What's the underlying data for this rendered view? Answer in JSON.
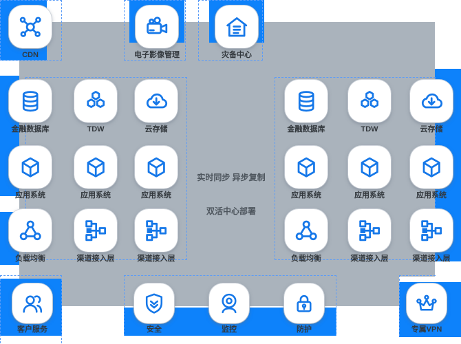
{
  "diagram": {
    "colors": {
      "accent_blue": "#0d82fb",
      "panel_gray": "#aab3bc",
      "icon_blue": "#1577e8",
      "label_dark": "#33383d",
      "center_text": "#4d555d",
      "dashed_border": "#5b9cf8"
    },
    "center_labels": {
      "sync": "实时同步 异步复制",
      "architecture": "双活中心部署"
    },
    "top_row": [
      {
        "icon": "network-icon",
        "label": "CDN"
      },
      {
        "icon": "video-camera-icon",
        "label": "电子影像管理"
      },
      {
        "icon": "home-icon",
        "label": "灾备中心"
      }
    ],
    "left_datacenter": {
      "rows": [
        [
          {
            "icon": "database-icon",
            "label": "金融数据库"
          },
          {
            "icon": "hexagons-icon",
            "label": "TDW"
          },
          {
            "icon": "cloud-download-icon",
            "label": "云存储"
          }
        ],
        [
          {
            "icon": "cube-icon",
            "label": "应用系统"
          },
          {
            "icon": "cube-icon",
            "label": "应用系统"
          },
          {
            "icon": "cube-icon",
            "label": "应用系统"
          }
        ],
        [
          {
            "icon": "load-balancer-icon",
            "label": "负载均衡"
          },
          {
            "icon": "tree-icon",
            "label": "渠道接入层"
          },
          {
            "icon": "tree-icon",
            "label": "渠道接入层"
          }
        ]
      ]
    },
    "right_datacenter": {
      "rows": [
        [
          {
            "icon": "database-icon",
            "label": "金融数据库"
          },
          {
            "icon": "hexagons-icon",
            "label": "TDW"
          },
          {
            "icon": "cloud-download-icon",
            "label": "云存储"
          }
        ],
        [
          {
            "icon": "cube-icon",
            "label": "应用系统"
          },
          {
            "icon": "cube-icon",
            "label": "应用系统"
          },
          {
            "icon": "cube-icon",
            "label": "应用系统"
          }
        ],
        [
          {
            "icon": "load-balancer-icon",
            "label": "负载均衡"
          },
          {
            "icon": "tree-icon",
            "label": "渠道接入层"
          },
          {
            "icon": "tree-icon",
            "label": "渠道接入层"
          }
        ]
      ]
    },
    "bottom_row": [
      {
        "icon": "people-icon",
        "label": "客户服务"
      },
      {
        "icon": "shield-check-icon",
        "label": "安全"
      },
      {
        "icon": "webcam-icon",
        "label": "监控"
      },
      {
        "icon": "lock-icon",
        "label": "防护"
      },
      {
        "icon": "crown-icon",
        "label": "专属VPN"
      }
    ]
  }
}
